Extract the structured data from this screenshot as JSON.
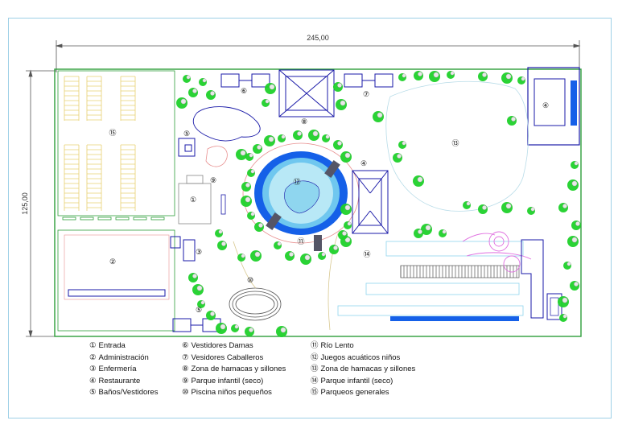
{
  "dimensions": {
    "width": "245,00",
    "height": "125,00"
  },
  "map_labels": {
    "entrada": "①",
    "administracion": "②",
    "enfermeria": "③",
    "restaurante_top": "④",
    "restaurante_mid": "④",
    "banos_left": "⑤",
    "banos_bottom": "⑤",
    "vestidores_damas": "⑥",
    "vestidores_caballeros": "⑦",
    "hamacas_top": "⑧",
    "parque_seco_small": "⑨",
    "piscina_ninos": "⑩",
    "rio_lento": "⑪",
    "juegos_acuaticos": "⑫",
    "hamacas_right": "⑬",
    "parque_seco_large": "⑭",
    "parqueos": "⑮"
  },
  "legend": {
    "col1": [
      {
        "num": "①",
        "label": "Entrada"
      },
      {
        "num": "②",
        "label": "Administración"
      },
      {
        "num": "③",
        "label": "Enfermería"
      },
      {
        "num": "④",
        "label": "Restaurante"
      },
      {
        "num": "⑤",
        "label": "Baños/Vestidores"
      }
    ],
    "col2": [
      {
        "num": "⑥",
        "label": "Vestidores Damas"
      },
      {
        "num": "⑦",
        "label": "Vesidores Caballeros"
      },
      {
        "num": "⑧",
        "label": "Zona de hamacas y sillones"
      },
      {
        "num": "⑨",
        "label": "Parque infantil (seco)"
      },
      {
        "num": "⑩",
        "label": "Piscina niños pequeños"
      }
    ],
    "col3": [
      {
        "num": "⑪",
        "label": "Río Lento"
      },
      {
        "num": "⑫",
        "label": "Juegos acuáticos niños"
      },
      {
        "num": "⑬",
        "label": "Zona de hamacas y sillones"
      },
      {
        "num": "⑭",
        "label": "Parque infantil (seco)"
      },
      {
        "num": "⑮",
        "label": "Parqueos generales"
      }
    ]
  },
  "colors": {
    "boundary": "#2e9e3a",
    "building": "#1a1aa8",
    "water": "#1560e8",
    "water_light": "#8fd6ef",
    "tree": "#1fd12a",
    "path": "#c8c8c8",
    "parking": "#e8d070",
    "play": "#e070e0",
    "dimension": "#555555"
  }
}
